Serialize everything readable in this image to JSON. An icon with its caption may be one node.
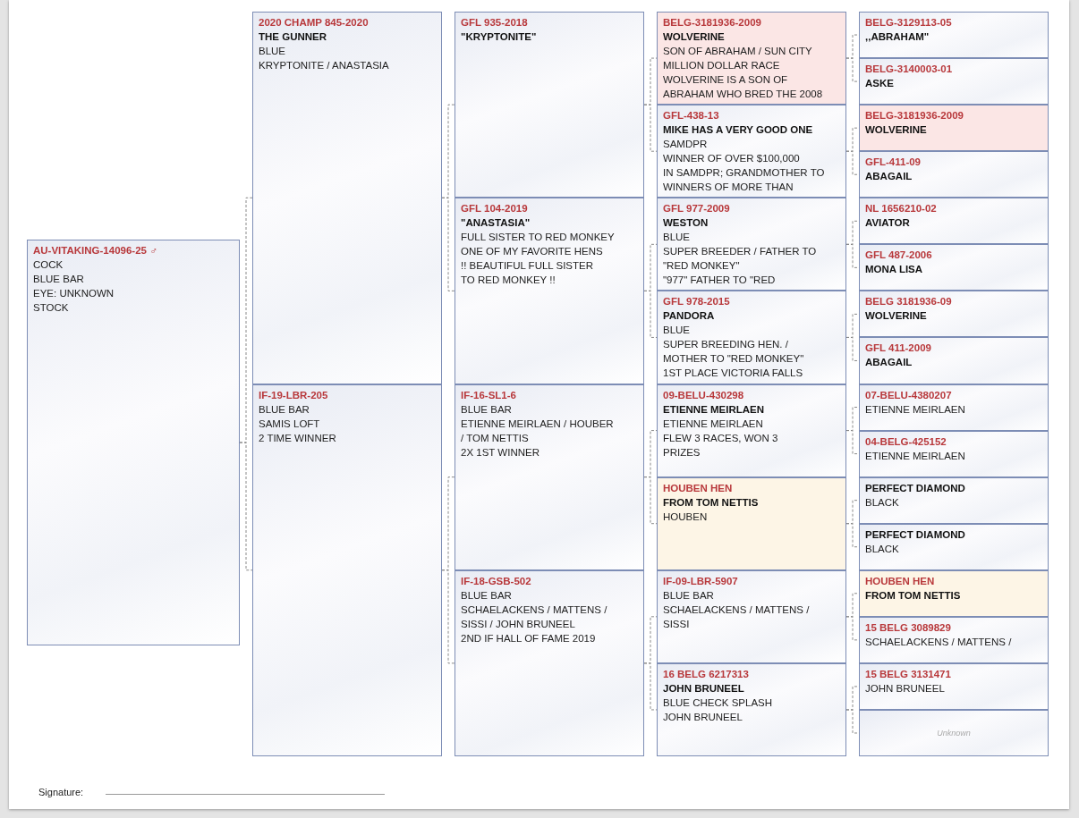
{
  "diagram": {
    "nodes": [
      {
        "text": [
          "AU-VITAKING-14096-25 ♂",
          "COCK",
          "BLUE BAR",
          "EYE: UNKNOWN",
          "STOCK"
        ]
      },
      {
        "text": [
          "2020 CHAMP 845-2020",
          "THE GUNNER",
          "BLUE",
          "KRYPTONITE / ANASTASIA"
        ]
      },
      {
        "text": [
          "IF-19-LBR-205",
          "BLUE BAR",
          "SAMIS LOFT",
          "2 TIME WINNER"
        ]
      },
      {
        "text": [
          "GFL 935-2018",
          "\"KRYPTONITE\""
        ]
      },
      {
        "text": [
          "GFL 104-2019",
          "\"ANASTASIA\"",
          "FULL SISTER TO RED MONKEY",
          "ONE OF MY FAVORITE HENS",
          "!! BEAUTIFUL FULL SISTER",
          "TO RED MONKEY !!"
        ]
      },
      {
        "text": [
          "IF-16-SL1-6",
          "BLUE BAR",
          "ETIENNE MEIRLAEN / HOUBER",
          "/ TOM NETTIS",
          "2X 1ST WINNER"
        ]
      },
      {
        "text": [
          "IF-18-GSB-502",
          "BLUE BAR",
          "SCHAELACKENS / MATTENS /",
          "SISSI / JOHN BRUNEEL",
          "2ND IF HALL OF FAME 2019"
        ]
      },
      {
        "text": [
          "BELG-3181936-2009",
          "WOLVERINE",
          "SON OF ABRAHAM / SUN CITY",
          "MILLION DOLLAR RACE",
          "WOLVERINE IS A SON OF",
          "ABRAHAM WHO BRED THE 2008"
        ]
      },
      {
        "text": [
          "GFL-438-13",
          "MIKE HAS A VERY GOOD ONE",
          "SAMDPR",
          "WINNER OF OVER $100,000",
          "IN SAMDPR; GRANDMOTHER TO",
          "WINNERS OF MORE THAN"
        ]
      },
      {
        "text": [
          "GFL 977-2009",
          "WESTON",
          "BLUE",
          "SUPER BREEDER / FATHER TO",
          "\"RED MONKEY\"",
          "\"977\" FATHER TO \"RED"
        ]
      },
      {
        "text": [
          "GFL 978-2015",
          "PANDORA",
          "BLUE",
          "SUPER BREEDING HEN. /",
          "MOTHER TO \"RED MONKEY\"",
          "1ST PLACE VICTORIA FALLS"
        ]
      },
      {
        "text": [
          "09-BELU-430298",
          "ETIENNE MEIRLAEN",
          "ETIENNE MEIRLAEN",
          "FLEW 3 RACES, WON 3",
          "PRIZES"
        ]
      },
      {
        "text": [
          "HOUBEN HEN",
          "FROM TOM NETTIS",
          "HOUBEN"
        ]
      },
      {
        "text": [
          "IF-09-LBR-5907",
          "BLUE BAR",
          "SCHAELACKENS / MATTENS /",
          "SISSI"
        ]
      },
      {
        "text": [
          "16 BELG 6217313",
          "JOHN BRUNEEL",
          "BLUE CHECK SPLASH",
          "JOHN BRUNEEL"
        ]
      },
      {
        "text": [
          "BELG-3129113-05",
          ",,ABRAHAM\""
        ]
      },
      {
        "text": [
          "BELG-3140003-01",
          "ASKE"
        ]
      },
      {
        "text": [
          "BELG-3181936-2009",
          "WOLVERINE"
        ]
      },
      {
        "text": [
          "GFL-411-09",
          "ABAGAIL"
        ]
      },
      {
        "text": [
          "NL 1656210-02",
          "AVIATOR"
        ]
      },
      {
        "text": [
          "GFL 487-2006",
          "MONA LISA"
        ]
      },
      {
        "text": [
          "BELG 3181936-09",
          "WOLVERINE"
        ]
      },
      {
        "text": [
          "GFL 411-2009",
          "ABAGAIL"
        ]
      },
      {
        "text": [
          "07-BELU-4380207",
          "ETIENNE MEIRLAEN"
        ]
      },
      {
        "text": [
          "04-BELG-425152",
          "ETIENNE MEIRLAEN"
        ]
      },
      {
        "text": [
          "PERFECT DIAMOND",
          "BLACK"
        ]
      },
      {
        "text": [
          "PERFECT DIAMOND",
          "BLACK"
        ]
      },
      {
        "text": [
          "HOUBEN HEN",
          "FROM TOM NETTIS"
        ]
      },
      {
        "text": [
          "15 BELG 3089829",
          "SCHAELACKENS / MATTENS /"
        ]
      },
      {
        "text": [
          "15 BELG 3131471",
          "JOHN BRUNEEL"
        ]
      },
      {
        "text": [
          "Unknown"
        ]
      }
    ],
    "edges": [
      {
        "from": 0,
        "to": 1,
        "arrow": "none",
        "style": "dashed"
      },
      {
        "from": 0,
        "to": 2,
        "arrow": "none",
        "style": "dashed"
      },
      {
        "from": 1,
        "to": 3,
        "arrow": "none",
        "style": "dashed"
      },
      {
        "from": 1,
        "to": 4,
        "arrow": "none",
        "style": "dashed"
      },
      {
        "from": 2,
        "to": 5,
        "arrow": "none",
        "style": "dashed"
      },
      {
        "from": 2,
        "to": 6,
        "arrow": "none",
        "style": "dashed"
      },
      {
        "from": 3,
        "to": 7,
        "arrow": "none",
        "style": "dashed"
      },
      {
        "from": 3,
        "to": 8,
        "arrow": "none",
        "style": "dashed"
      },
      {
        "from": 4,
        "to": 9,
        "arrow": "none",
        "style": "dashed"
      },
      {
        "from": 4,
        "to": 10,
        "arrow": "none",
        "style": "dashed"
      },
      {
        "from": 5,
        "to": 11,
        "arrow": "none",
        "style": "dashed"
      },
      {
        "from": 5,
        "to": 12,
        "arrow": "none",
        "style": "dashed"
      },
      {
        "from": 6,
        "to": 13,
        "arrow": "none",
        "style": "dashed"
      },
      {
        "from": 6,
        "to": 14,
        "arrow": "none",
        "style": "dashed"
      },
      {
        "from": 7,
        "to": 15,
        "arrow": "none",
        "style": "dashed"
      },
      {
        "from": 7,
        "to": 16,
        "arrow": "none",
        "style": "dashed"
      },
      {
        "from": 8,
        "to": 17,
        "arrow": "none",
        "style": "dashed"
      },
      {
        "from": 8,
        "to": 18,
        "arrow": "none",
        "style": "dashed"
      },
      {
        "from": 9,
        "to": 19,
        "arrow": "none",
        "style": "dashed"
      },
      {
        "from": 9,
        "to": 20,
        "arrow": "none",
        "style": "dashed"
      },
      {
        "from": 10,
        "to": 21,
        "arrow": "none",
        "style": "dashed"
      },
      {
        "from": 10,
        "to": 22,
        "arrow": "none",
        "style": "dashed"
      },
      {
        "from": 11,
        "to": 23,
        "arrow": "none",
        "style": "dashed"
      },
      {
        "from": 11,
        "to": 24,
        "arrow": "none",
        "style": "dashed"
      },
      {
        "from": 12,
        "to": 25,
        "arrow": "none",
        "style": "dashed"
      },
      {
        "from": 12,
        "to": 26,
        "arrow": "none",
        "style": "dashed"
      },
      {
        "from": 13,
        "to": 27,
        "arrow": "none",
        "style": "dashed"
      },
      {
        "from": 13,
        "to": 28,
        "arrow": "none",
        "style": "dashed"
      },
      {
        "from": 14,
        "to": 29,
        "arrow": "none",
        "style": "dashed"
      },
      {
        "from": 14,
        "to": 30,
        "arrow": "none",
        "style": "dashed"
      }
    ],
    "labels": [
      "Signature:"
    ]
  }
}
